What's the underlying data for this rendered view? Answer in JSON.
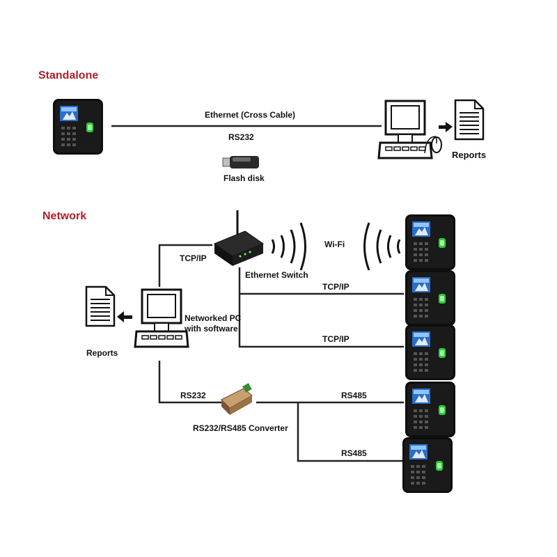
{
  "colors": {
    "section_title": "#b01e2a",
    "line": "#222222",
    "device_body": "#111111",
    "device_screen": "#2a6fc9",
    "fingerprint_led": "#2ec93a"
  },
  "standalone": {
    "title": "Standalone",
    "link_label_top": "Ethernet  (Cross Cable)",
    "link_label_bottom": "RS232",
    "flash_label": "Flash disk",
    "reports_label": "Reports",
    "icons": [
      "time-attendance-terminal-icon",
      "desktop-pc-icon",
      "mouse-icon",
      "arrow-right-icon",
      "report-document-icon",
      "usb-flash-disk-icon"
    ]
  },
  "network": {
    "title": "Network",
    "router_link_label": "TCP/IP",
    "switch_label": "Ethernet Switch",
    "wifi_label": "Wi-Fi",
    "pc_label_line1": "Networked PC",
    "pc_label_line2": "with software",
    "reports_label": "Reports",
    "tcp_labels": [
      "TCP/IP",
      "TCP/IP"
    ],
    "rs232_label": "RS232",
    "converter_label": "RS232/RS485 Converter",
    "rs485_labels": [
      "RS485",
      "RS485"
    ],
    "icons": [
      "wireless-router-icon",
      "wifi-signal-icon",
      "desktop-pc-icon",
      "report-document-icon",
      "arrow-left-icon",
      "rs232-rs485-converter-icon",
      "time-attendance-terminal-icon"
    ]
  }
}
